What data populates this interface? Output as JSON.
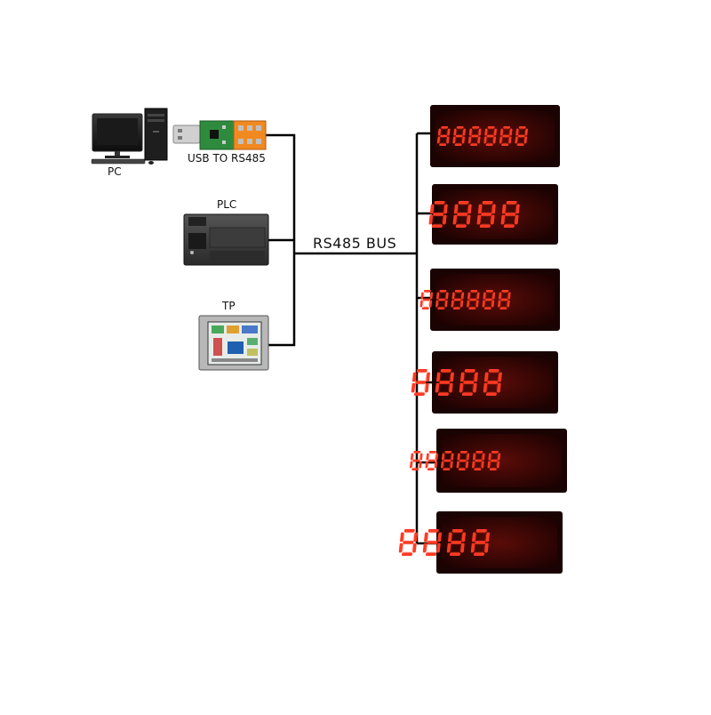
{
  "devices": {
    "pc_label": "PC",
    "usb_label": "USB TO RS485",
    "plc_label": "PLC",
    "tp_label": "TP"
  },
  "bus": {
    "label": "RS485 BUS"
  },
  "displays": [
    {
      "digits": 6
    },
    {
      "digits": 4
    },
    {
      "digits": 6
    },
    {
      "digits": 4
    },
    {
      "digits": 6
    },
    {
      "digits": 4
    }
  ],
  "colors": {
    "line": "#000000",
    "led_on": "#ff3a22",
    "led_glow": "#ff5533",
    "panel_bg": "#3a0606",
    "bezel": "#1a0303"
  }
}
